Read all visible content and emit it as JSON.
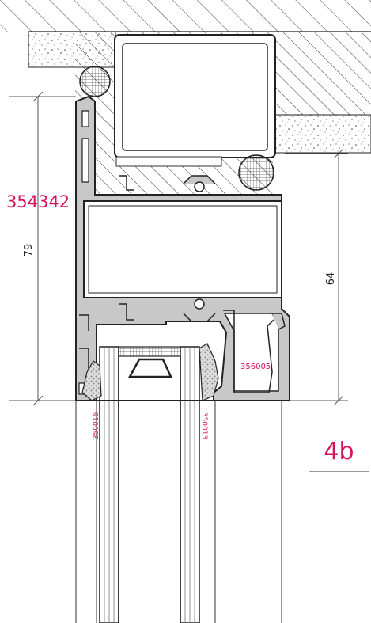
{
  "colors": {
    "accent": "#d4145a",
    "line": "#222222",
    "profile_fill": "#c8c8c8",
    "glass_fill": "#ffffff",
    "dim_line": "#555555"
  },
  "labels": {
    "main_profile": "354342",
    "glazing_bead": "356005",
    "gasket_left": "350016",
    "gasket_right": "350013",
    "figure_tag": "4b"
  },
  "dimensions": {
    "overall_height": "79",
    "inner_height": "64"
  }
}
